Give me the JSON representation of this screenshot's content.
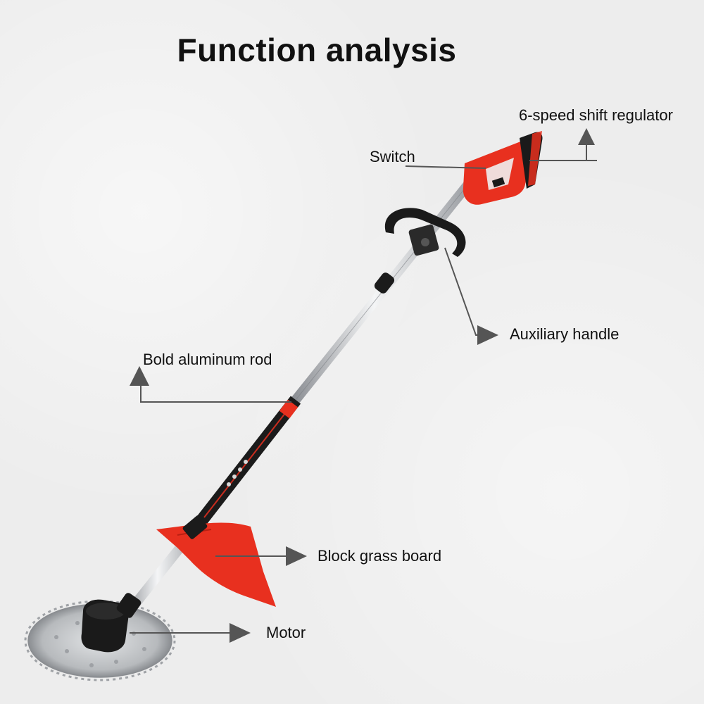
{
  "title": "Function analysis",
  "labels": {
    "speed_regulator": "6-speed shift regulator",
    "switch": "Switch",
    "auxiliary_handle": "Auxiliary handle",
    "aluminum_rod": "Bold aluminum rod",
    "block_grass_board": "Block grass board",
    "motor": "Motor"
  },
  "colors": {
    "accent_red": "#e8301f",
    "pointer_gray": "#555555",
    "handle_black": "#1a1a1a",
    "rod_silver": "#c9ccd0"
  }
}
